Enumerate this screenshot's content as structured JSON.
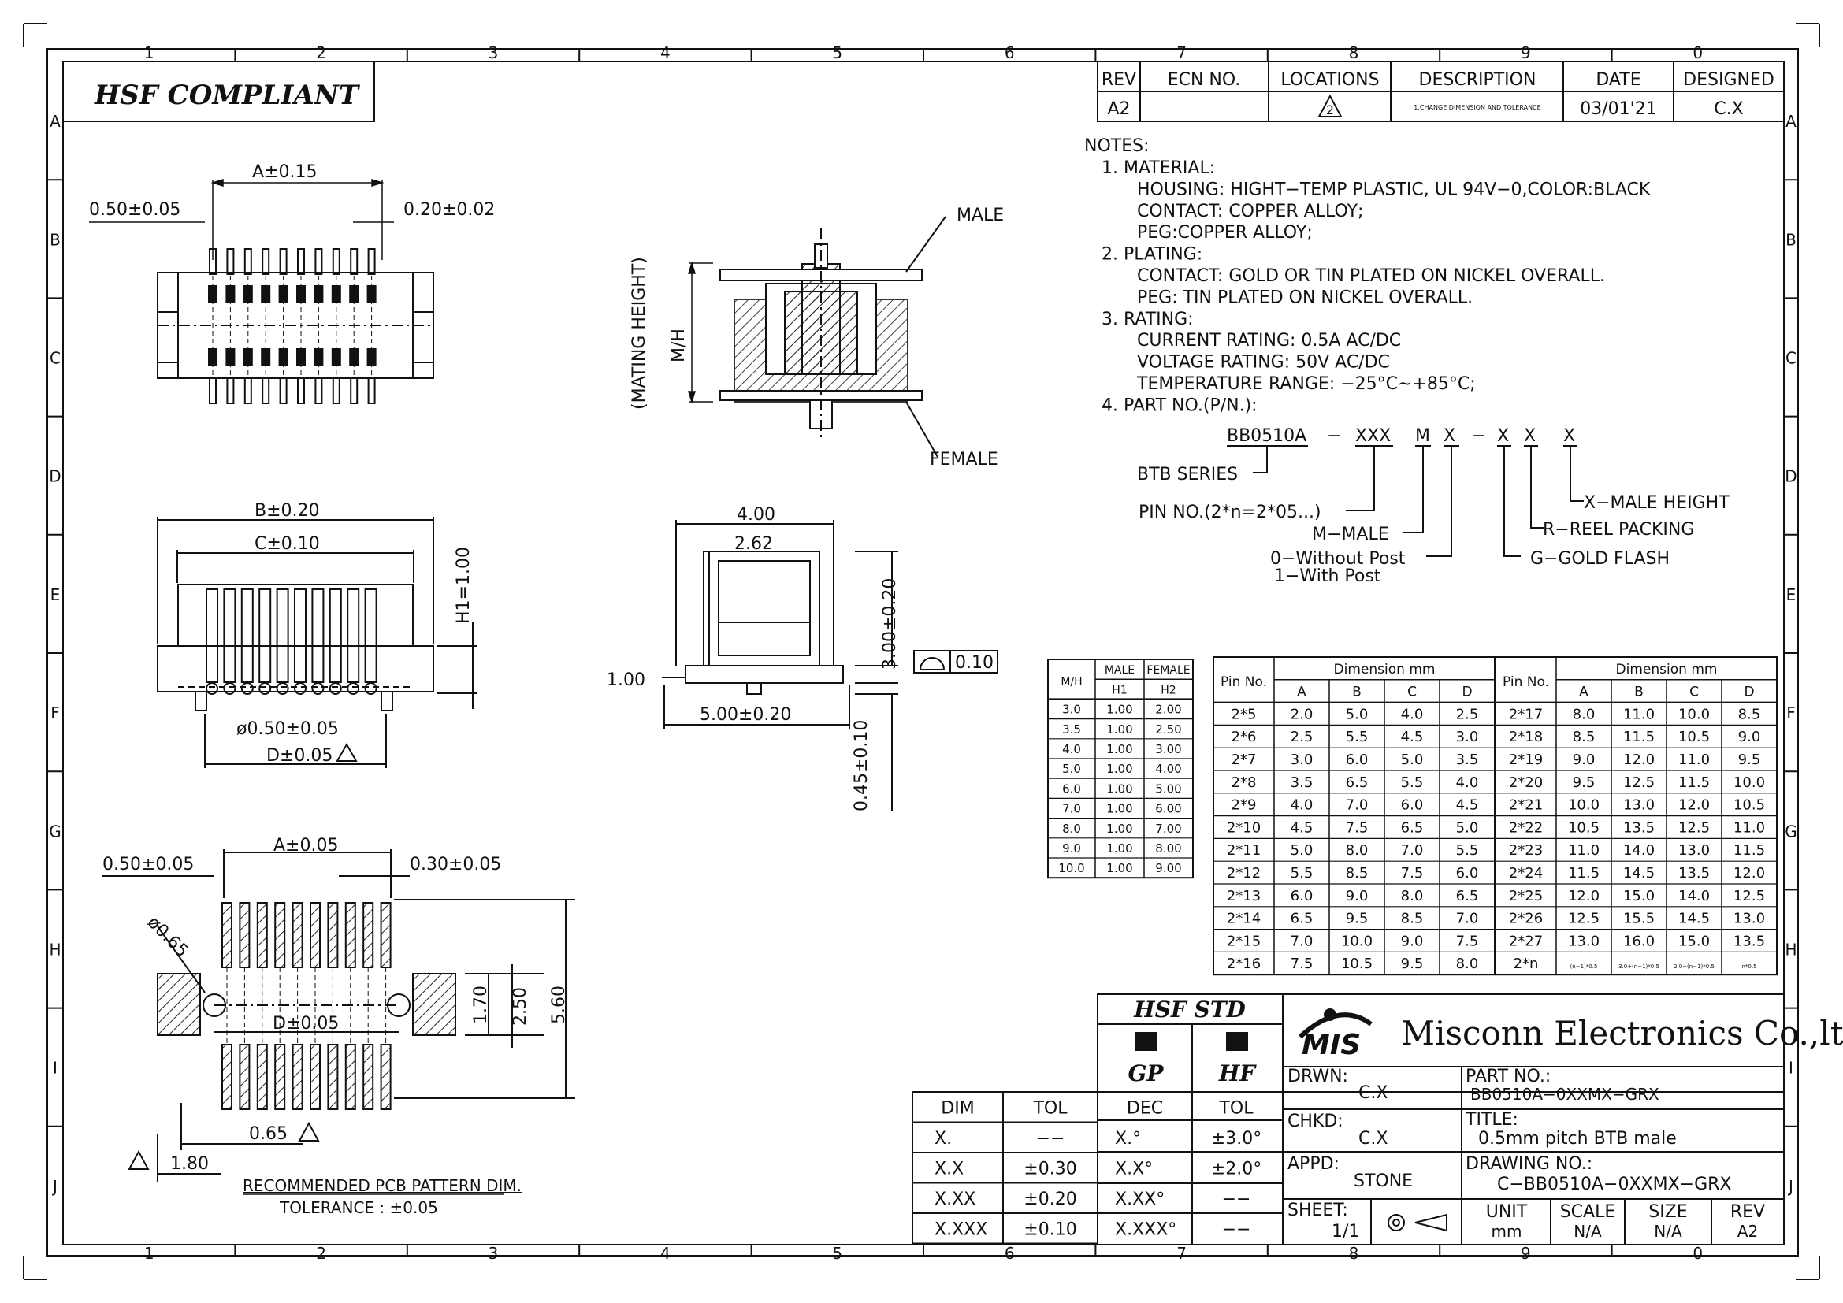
{
  "border": {
    "cols": [
      "1",
      "2",
      "3",
      "4",
      "5",
      "6",
      "7",
      "8",
      "9",
      "0"
    ],
    "rows": [
      "A",
      "B",
      "C",
      "D",
      "E",
      "F",
      "G",
      "H",
      "I",
      "J"
    ]
  },
  "hsf_compliant": "HSF COMPLIANT",
  "revision_table": {
    "headers": [
      "REV",
      "ECN NO.",
      "LOCATIONS",
      "DESCRIPTION",
      "DATE",
      "DESIGNED"
    ],
    "row": {
      "rev": "A2",
      "ecn": "",
      "location": "2",
      "description": "1.CHANGE DIMENSION AND TOLERANCE",
      "date": "03/01'21",
      "designed": "C.X"
    }
  },
  "notes": {
    "heading": "NOTES:",
    "lines": [
      "1. MATERIAL:",
      "HOUSING:  HIGHT−TEMP  PLASTIC,  UL  94V−0,COLOR:BLACK",
      "CONTACT:  COPPER  ALLOY;",
      "PEG:COPPER  ALLOY;",
      "2. PLATING:",
      "CONTACT:  GOLD  OR  TIN  PLATED  ON  NICKEL  OVERALL.",
      "PEG:  TIN  PLATED  ON  NICKEL  OVERALL.",
      "3. RATING:",
      "CURRENT  RATING:  0.5A  AC/DC",
      "VOLTAGE  RATING:  50V  AC/DC",
      "TEMPERATURE  RANGE:  −25°C~+85°C;",
      "4.  PART  NO.(P/N.):"
    ]
  },
  "part_no_breakdown": {
    "code": [
      "BB0510A",
      "−",
      "XXX",
      "M",
      "X",
      "−",
      "X",
      "X",
      "X"
    ],
    "labels": {
      "series": "BTB  SERIES",
      "pin": "PIN  NO.(2*n=2*05...)",
      "male": "M−MALE",
      "post0": "0−Without  Post",
      "post1": "1−With  Post",
      "gold": "G−GOLD  FLASH",
      "reel": "R−REEL  PACKING",
      "height": "X−MALE  HEIGHT"
    }
  },
  "top_view_labels": {
    "a": "A±0.15",
    "pitch": "0.50±0.05",
    "width": "0.20±0.02"
  },
  "side_view_labels": {
    "b": "B±0.20",
    "c": "C±0.10",
    "h1": "H1=1.00",
    "d": "D±0.05",
    "peg": "ø0.50±0.05"
  },
  "mating_labels": {
    "male": "MALE",
    "female": "FEMALE",
    "mh": "M/H",
    "mating": "(MATING HEIGHT)"
  },
  "end_view_labels": {
    "w1": "4.00",
    "w2": "2.62",
    "h": "3.00±0.20",
    "flat": "0.10",
    "left": "1.00",
    "bottom": "5.00±0.20",
    "peg": "0.45±0.10"
  },
  "pcb_labels": {
    "a": "A±0.05",
    "pitch": "0.50±0.05",
    "width": "0.30±0.05",
    "hole": "ø0.65",
    "d": "D±0.05",
    "h1": "1.70",
    "h2": "2.50",
    "h3": "5.60",
    "pitch2": "0.65",
    "offset": "1.80",
    "title": "RECOMMENDED  PCB  PATTERN  DIM.",
    "tolerance": "TOLERANCE  :  ±0.05"
  },
  "mh_table": {
    "headers": [
      "M/H",
      "MALE",
      "FEMALE"
    ],
    "sub": [
      "H1",
      "H2"
    ],
    "rows": [
      [
        "3.0",
        "1.00",
        "2.00"
      ],
      [
        "3.5",
        "1.00",
        "2.50"
      ],
      [
        "4.0",
        "1.00",
        "3.00"
      ],
      [
        "5.0",
        "1.00",
        "4.00"
      ],
      [
        "6.0",
        "1.00",
        "5.00"
      ],
      [
        "7.0",
        "1.00",
        "6.00"
      ],
      [
        "8.0",
        "1.00",
        "7.00"
      ],
      [
        "9.0",
        "1.00",
        "8.00"
      ],
      [
        "10.0",
        "1.00",
        "9.00"
      ]
    ]
  },
  "dim_table_1": {
    "title": "Dimension  mm",
    "pin_header": "Pin No.",
    "cols": [
      "A",
      "B",
      "C",
      "D"
    ],
    "rows": [
      [
        "2*5",
        "2.0",
        "5.0",
        "4.0",
        "2.5"
      ],
      [
        "2*6",
        "2.5",
        "5.5",
        "4.5",
        "3.0"
      ],
      [
        "2*7",
        "3.0",
        "6.0",
        "5.0",
        "3.5"
      ],
      [
        "2*8",
        "3.5",
        "6.5",
        "5.5",
        "4.0"
      ],
      [
        "2*9",
        "4.0",
        "7.0",
        "6.0",
        "4.5"
      ],
      [
        "2*10",
        "4.5",
        "7.5",
        "6.5",
        "5.0"
      ],
      [
        "2*11",
        "5.0",
        "8.0",
        "7.0",
        "5.5"
      ],
      [
        "2*12",
        "5.5",
        "8.5",
        "7.5",
        "6.0"
      ],
      [
        "2*13",
        "6.0",
        "9.0",
        "8.0",
        "6.5"
      ],
      [
        "2*14",
        "6.5",
        "9.5",
        "8.5",
        "7.0"
      ],
      [
        "2*15",
        "7.0",
        "10.0",
        "9.0",
        "7.5"
      ],
      [
        "2*16",
        "7.5",
        "10.5",
        "9.5",
        "8.0"
      ]
    ]
  },
  "dim_table_2": {
    "title": "Dimension  mm",
    "pin_header": "Pin No.",
    "cols": [
      "A",
      "B",
      "C",
      "D"
    ],
    "rows": [
      [
        "2*17",
        "8.0",
        "11.0",
        "10.0",
        "8.5"
      ],
      [
        "2*18",
        "8.5",
        "11.5",
        "10.5",
        "9.0"
      ],
      [
        "2*19",
        "9.0",
        "12.0",
        "11.0",
        "9.5"
      ],
      [
        "2*20",
        "9.5",
        "12.5",
        "11.5",
        "10.0"
      ],
      [
        "2*21",
        "10.0",
        "13.0",
        "12.0",
        "10.5"
      ],
      [
        "2*22",
        "10.5",
        "13.5",
        "12.5",
        "11.0"
      ],
      [
        "2*23",
        "11.0",
        "14.0",
        "13.0",
        "11.5"
      ],
      [
        "2*24",
        "11.5",
        "14.5",
        "13.5",
        "12.0"
      ],
      [
        "2*25",
        "12.0",
        "15.0",
        "14.0",
        "12.5"
      ],
      [
        "2*26",
        "12.5",
        "15.5",
        "14.5",
        "13.0"
      ],
      [
        "2*27",
        "13.0",
        "16.0",
        "15.0",
        "13.5"
      ],
      [
        "2*n",
        "(n−1)*0.5",
        "3.0+(n−1)*0.5",
        "2.0+(n−1)*0.5",
        "n*0.5"
      ]
    ]
  },
  "tol_table": {
    "headers": [
      "DIM",
      "TOL"
    ],
    "rows": [
      [
        "X.",
        "−−"
      ],
      [
        "X.X",
        "±0.30"
      ],
      [
        "X.XX",
        "±0.20"
      ],
      [
        "X.XXX",
        "±0.10"
      ]
    ]
  },
  "hsf_std": {
    "title": "HSF  STD",
    "gp": "GP",
    "hf": "HF",
    "headers": [
      "DEC",
      "TOL"
    ],
    "rows": [
      [
        "X.°",
        "±3.0°"
      ],
      [
        "X.X°",
        "±2.0°"
      ],
      [
        "X.XX°",
        "−−"
      ],
      [
        "X.XXX°",
        "−−"
      ]
    ]
  },
  "title_block": {
    "logo": "MIS",
    "company": "Misconn Electronics Co.,ltd.",
    "drwn_label": "DRWN:",
    "drwn": "C.X",
    "chkd_label": "CHKD:",
    "chkd": "C.X",
    "appd_label": "APPD:",
    "appd": "STONE",
    "sheet_label": "SHEET:",
    "sheet": "1/1",
    "part_label": "PART  NO.:",
    "part": "BB0510A−0XXMX−GRX",
    "title_label": "TITLE:",
    "title": "0.5mm  pitch  BTB  male",
    "drawing_label": "DRAWING  NO.:",
    "drawing": "C−BB0510A−0XXMX−GRX",
    "unit_label": "UNIT",
    "unit": "mm",
    "scale_label": "SCALE",
    "scale": "N/A",
    "size_label": "SIZE",
    "size": "N/A",
    "rev_label": "REV",
    "rev": "A2"
  }
}
